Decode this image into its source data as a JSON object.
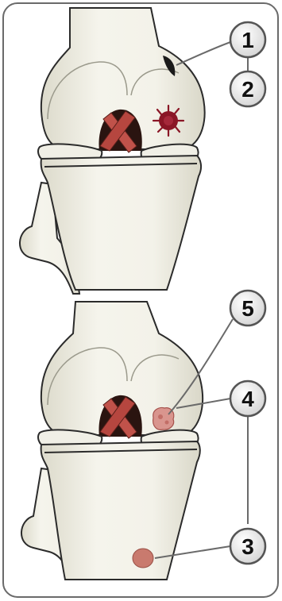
{
  "figure": {
    "callouts": [
      {
        "id": "1",
        "label": "1"
      },
      {
        "id": "2",
        "label": "2"
      },
      {
        "id": "3",
        "label": "3"
      },
      {
        "id": "4",
        "label": "4"
      },
      {
        "id": "5",
        "label": "5"
      }
    ]
  },
  "colors": {
    "frame": "#6a6a6a",
    "bone": "#f2f1e9",
    "bone_shadow": "#d8d6c8",
    "outline": "#2b2b2b",
    "ligament": "#c0524a",
    "cavity": "#2a1410",
    "lesion": "#8a1626",
    "lesion_healing": "#d9958e",
    "spot": "#c97a6e",
    "callout_fill": "#eeeeee"
  }
}
